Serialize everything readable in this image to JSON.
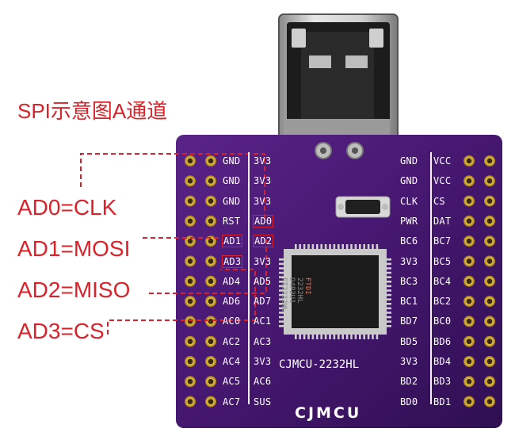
{
  "title": "SPI示意图A通道",
  "labels": [
    "AD0=CLK",
    "AD1=MOSI",
    "AD2=MISO",
    "AD3=CS"
  ],
  "board": {
    "name": "CJMCU-2232HL",
    "brand": "CJMCU",
    "chip_lines": [
      "FTDI",
      "2232HL",
      "D4P3U1",
      "FT2232HL"
    ]
  },
  "left_pins": {
    "col1": [
      "GND",
      "GND",
      "GND",
      "RST",
      "AD1",
      "AD3",
      "AD4",
      "AD6",
      "AC0",
      "AC2",
      "AC4",
      "AC5",
      "AC7"
    ],
    "col2": [
      "3V3",
      "3V3",
      "3V3",
      "AD0",
      "AD2",
      "3V3",
      "AD5",
      "AD7",
      "AC1",
      "AC3",
      "3V3",
      "AC6",
      "SUS"
    ]
  },
  "right_pins": {
    "col1": [
      "GND",
      "GND",
      "CLK",
      "PWR",
      "BC6",
      "3V3",
      "BC3",
      "BC1",
      "BD7",
      "BD5",
      "3V3",
      "BD2",
      "BD0"
    ],
    "col2": [
      "VCC",
      "VCC",
      "CS",
      "DAT",
      "BC7",
      "BC5",
      "BC4",
      "BC2",
      "BC0",
      "BD6",
      "BD4",
      "BD3",
      "BD1"
    ]
  },
  "colors": {
    "annotation": "#d8232a",
    "pcb": "#4a1a78",
    "usb_metal": "#c9c9c9"
  }
}
